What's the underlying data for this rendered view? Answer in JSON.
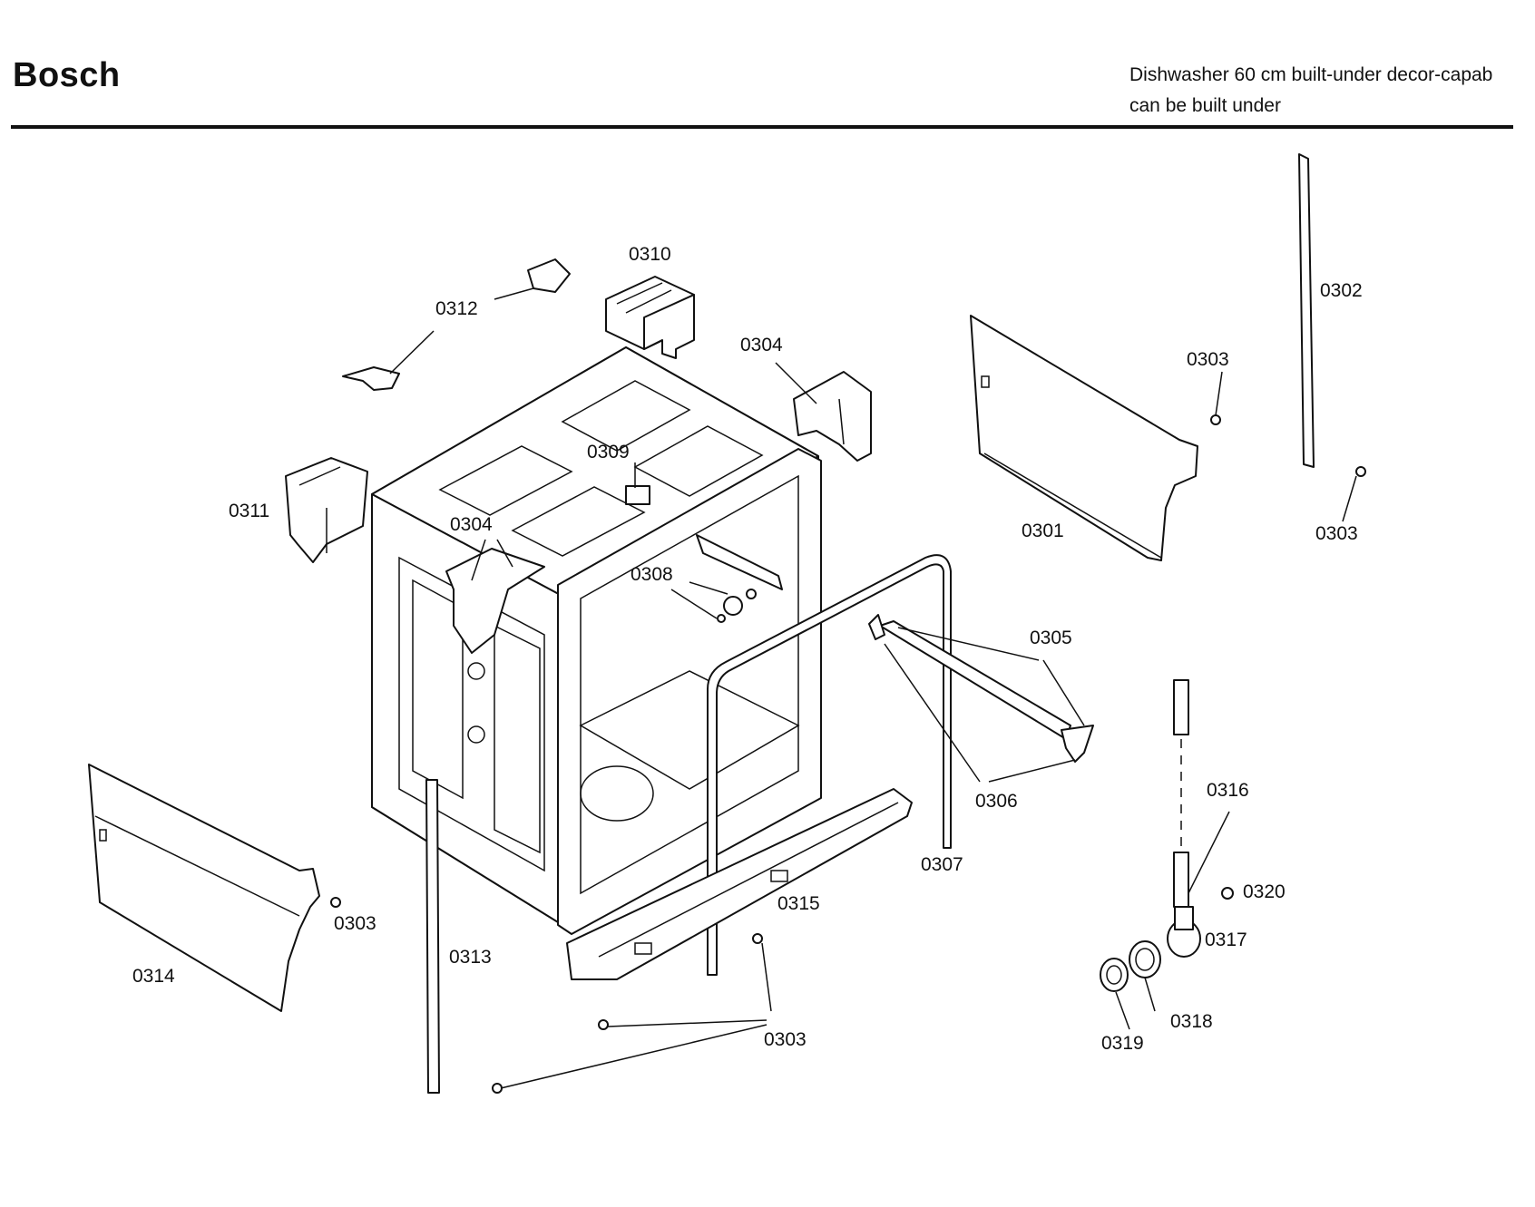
{
  "header": {
    "brand": "Bosch",
    "description_line1": "Dishwasher 60 cm built-under decor-capab",
    "description_line2": "can be built under"
  },
  "labels": {
    "p0301": "0301",
    "p0302": "0302",
    "p0303": "0303",
    "p0304": "0304",
    "p0305": "0305",
    "p0306": "0306",
    "p0307": "0307",
    "p0308": "0308",
    "p0309": "0309",
    "p0310": "0310",
    "p0311": "0311",
    "p0312": "0312",
    "p0313": "0313",
    "p0314": "0314",
    "p0315": "0315",
    "p0316": "0316",
    "p0317": "0317",
    "p0318": "0318",
    "p0319": "0319",
    "p0320": "0320"
  }
}
